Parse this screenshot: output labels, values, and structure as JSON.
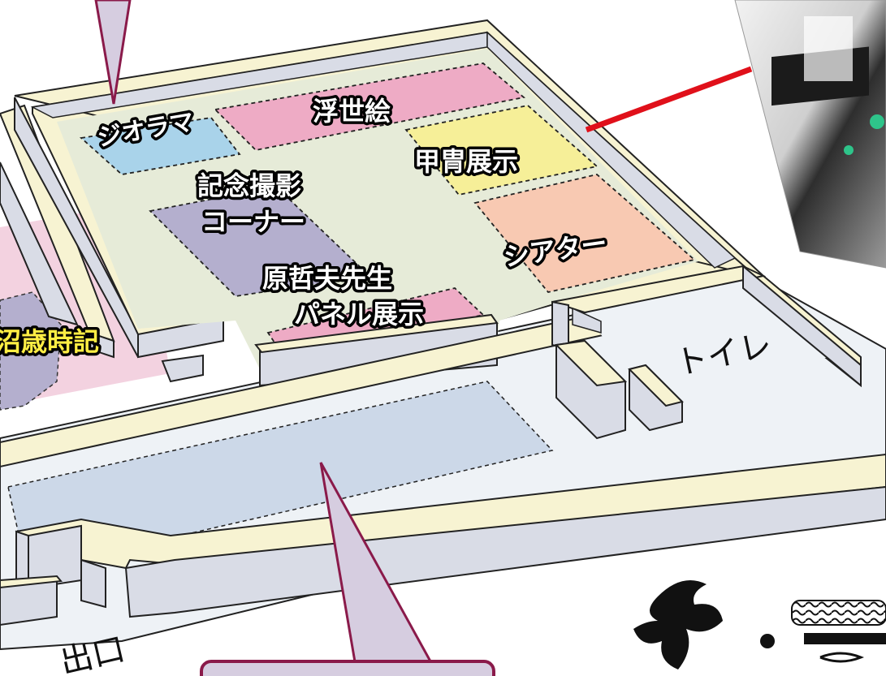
{
  "map": {
    "zones": [
      {
        "label": "ジオラマ",
        "color": "#a9d3ea"
      },
      {
        "label": "浮世絵",
        "color": "#eeabc5"
      },
      {
        "label": "甲冑展示",
        "color": "#f6ef98"
      },
      {
        "label": "記念撮影",
        "label2": "コーナー",
        "color": "#b4afce"
      },
      {
        "label": "シアター",
        "color": "#f8c9b2"
      },
      {
        "label": "原哲夫先生",
        "label2": "パネル展示",
        "color": "#eeabc5"
      },
      {
        "label": "沼歳時記",
        "color": "#b4afce"
      }
    ],
    "toilet_label": "トイレ",
    "exit_label": "出口",
    "colors": {
      "wall_top": "#f7f3d2",
      "wall_side": "#d9dce6",
      "floor": "#e6ebd8",
      "corridor": "#ccd8e8",
      "outline": "#222222",
      "callout_fill": "#d6cde0",
      "callout_stroke": "#8a1a4a",
      "pointer_line": "#e0101a",
      "highlight_text": "#ffee44"
    }
  }
}
